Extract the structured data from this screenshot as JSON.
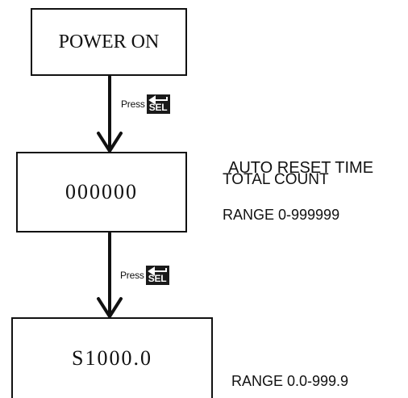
{
  "flow": {
    "step1": {
      "text": "POWER ON"
    },
    "step2": {
      "text": "000000",
      "notes": [
        "AUTO RESET TIME",
        "TOTAL COUNT",
        "RANGE 0-999999"
      ]
    },
    "step3": {
      "text": "S1000.0",
      "notes": [
        "RANGE 0.0-999.9"
      ]
    }
  },
  "transition1": {
    "press_label": "Press",
    "key_label": "SEL",
    "key_icon": "enter-arrow-icon"
  },
  "transition2": {
    "press_label": "Press",
    "key_label": "SEL",
    "key_icon": "enter-arrow-icon"
  }
}
